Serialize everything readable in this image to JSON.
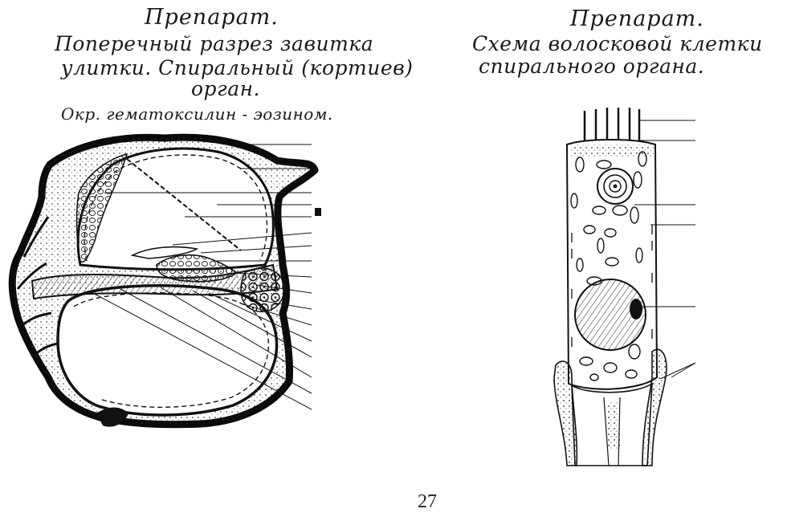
{
  "left_panel": {
    "heading": "Препарат.",
    "title_line1": "Поперечный разрез завитка",
    "title_line2": "улитки. Спиральный (кортиев)",
    "title_line3": "орган.",
    "stain": "Окр. гематоксилин - эозином."
  },
  "right_panel": {
    "heading": "Препарат.",
    "title_line1": "Схема волосковой клетки",
    "title_line2": "спирального органа."
  },
  "page_number": "27"
}
